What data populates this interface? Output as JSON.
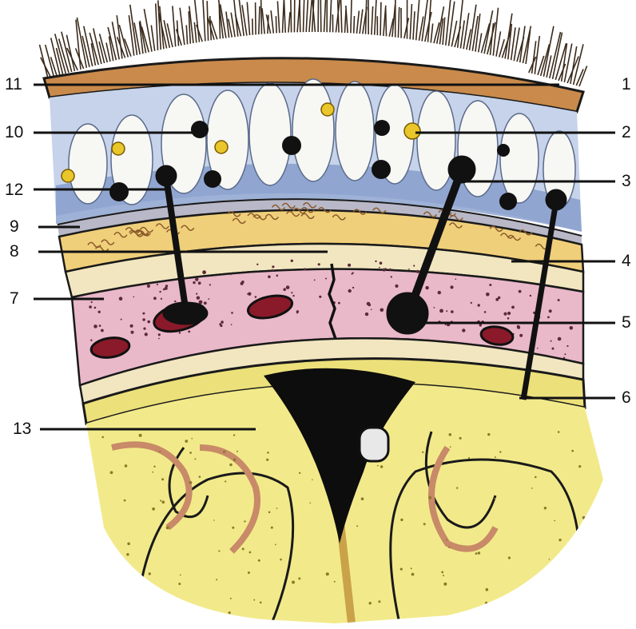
{
  "labels": {
    "l1": "1",
    "l2": "2",
    "l3": "3",
    "l4": "4",
    "l5": "5",
    "l6": "6",
    "l7": "7",
    "l8": "8",
    "l9": "9",
    "l10": "10",
    "l11": "11",
    "l12": "12",
    "l13": "13"
  },
  "colors": {
    "hair": "#3a2a1a",
    "skin": "#c98a4b",
    "aponeurosis_blue": "#7d97c8",
    "fat_lobule": "#f4f4f2",
    "nerve_dot": "#e9c62a",
    "periosteum": "#f0cf7a",
    "diploe_pink": "#e9b8c9",
    "dura_yellow": "#ece07a",
    "sinus_black": "#0d0d0d",
    "brain_yellow": "#f2ea8a",
    "vessel_brown": "#c88a68",
    "ink": "#111111"
  }
}
